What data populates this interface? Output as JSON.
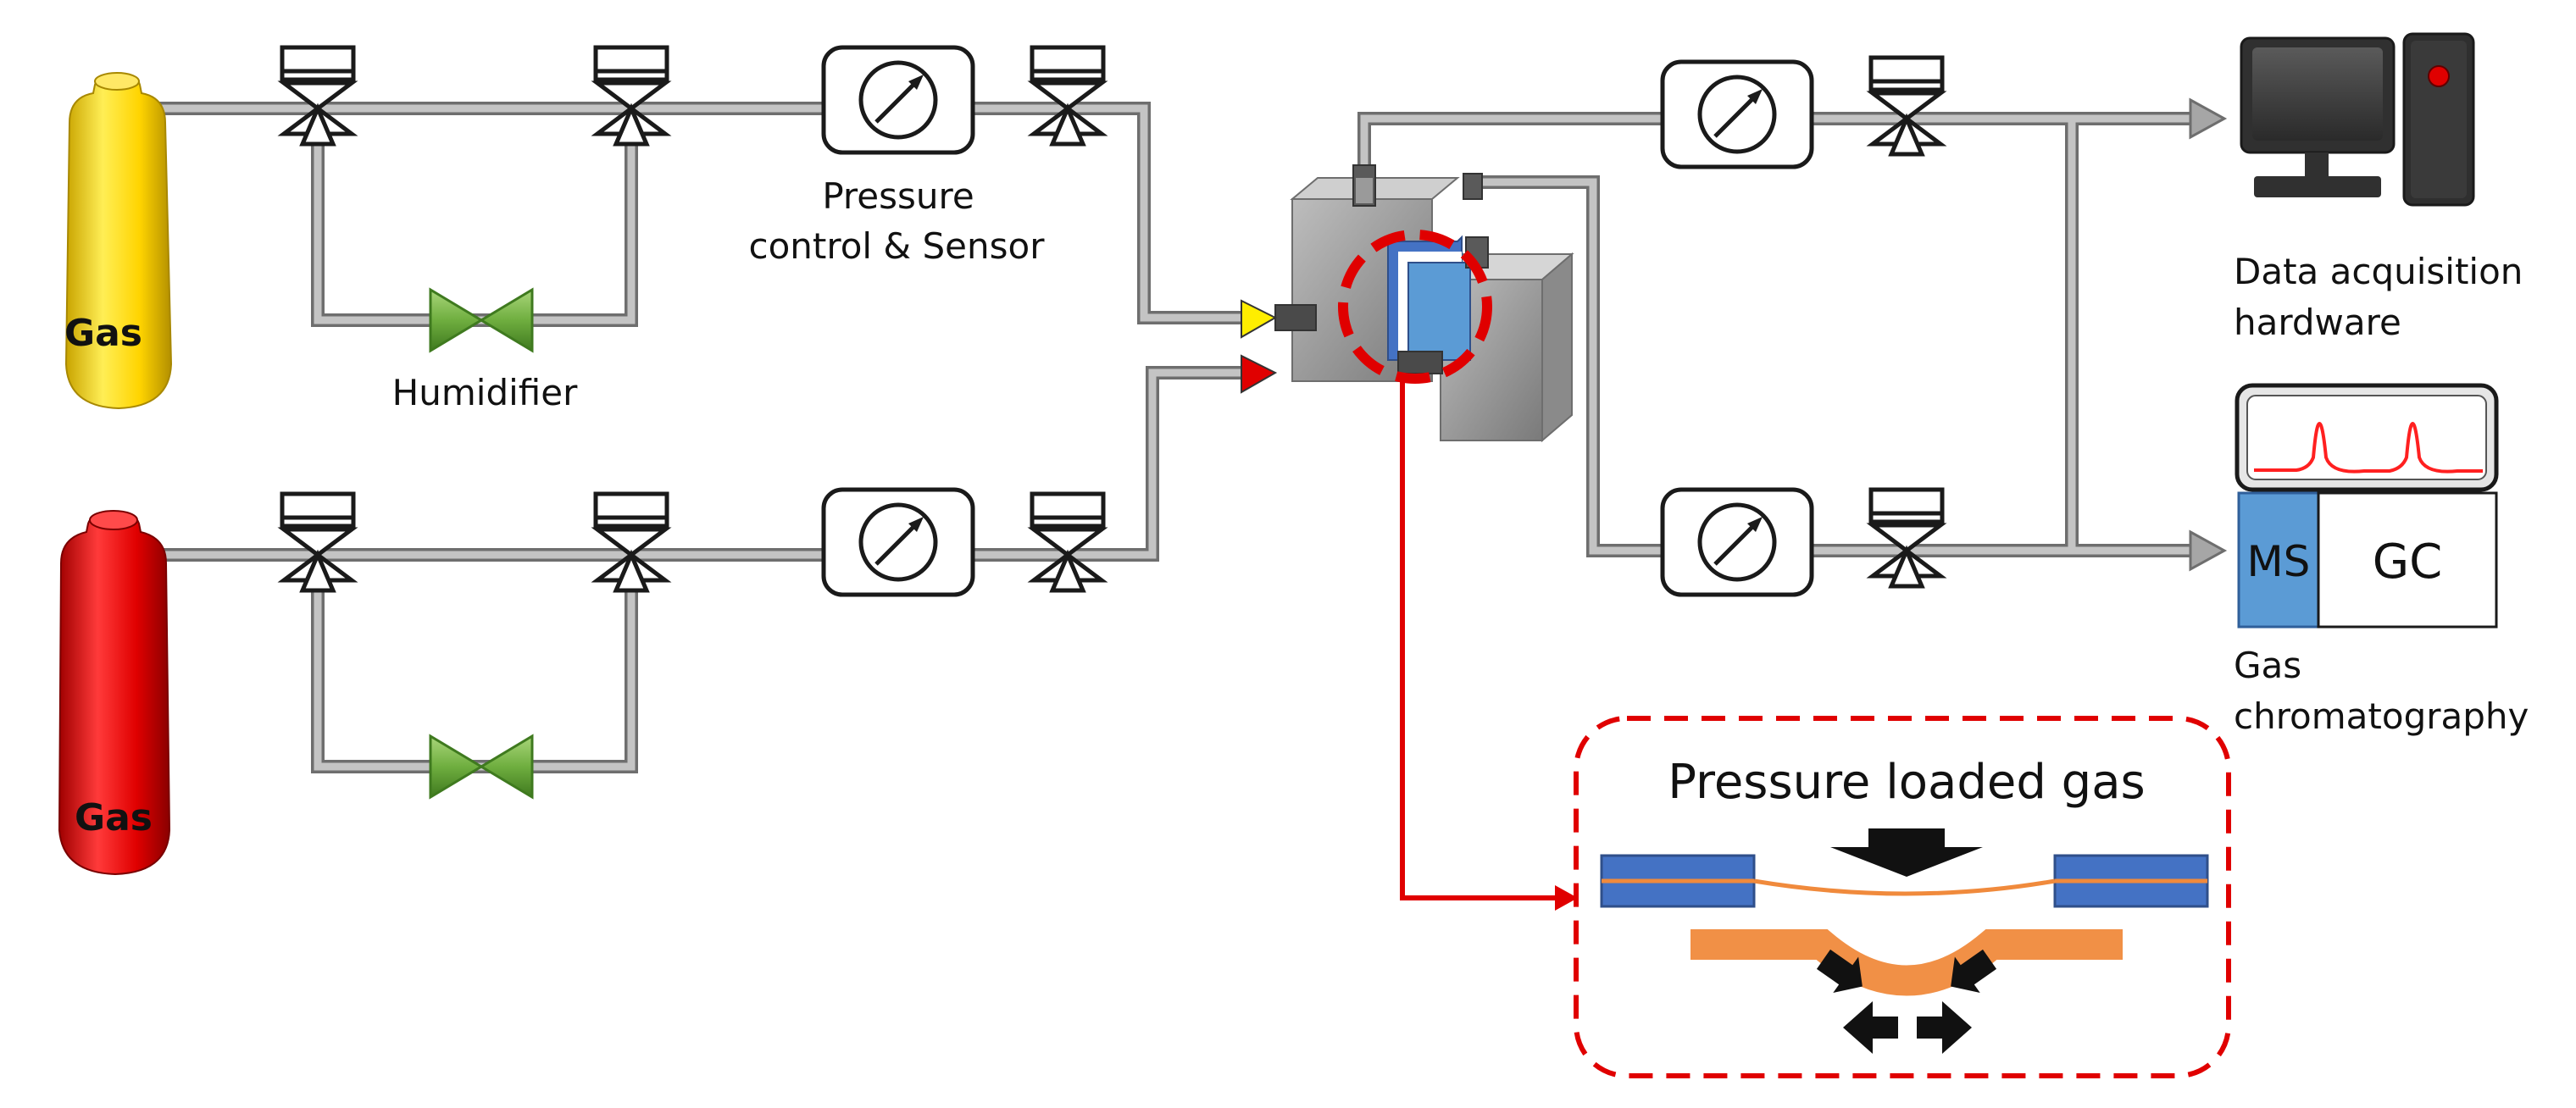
{
  "labels": {
    "gas_top": "Gas",
    "gas_bottom": "Gas",
    "humidifier": "Humidifier",
    "pressure_line1": "Pressure",
    "pressure_line2": "control & Sensor",
    "daq_line1": "Data acquisition",
    "daq_line2": "hardware",
    "ms": "MS",
    "gc": "GC",
    "gc_caption_line1": "Gas",
    "gc_caption_line2": "chromatography",
    "inset_title": "Pressure loaded gas"
  },
  "colors": {
    "pipe": "#a6a6a6",
    "pipe_edge": "#595959",
    "cylinder_top": "#ffd700",
    "cylinder_bottom": "#e00000",
    "humidifier_valve": "#6fae3f",
    "cell_body": "#9e9e9e",
    "highlight_red": "#e00000",
    "ms_blue": "#5b9bd5",
    "membrane_orange": "#f08a3c",
    "support_blue": "#4472c4",
    "chromatogram_line": "#ff2020"
  },
  "icons": {
    "pressure_gauge": "pressure-gauge-icon",
    "three_way_valve": "valve-icon",
    "needle_valve": "needle-valve-icon",
    "computer": "computer-icon",
    "arrow": "arrow-icon"
  }
}
